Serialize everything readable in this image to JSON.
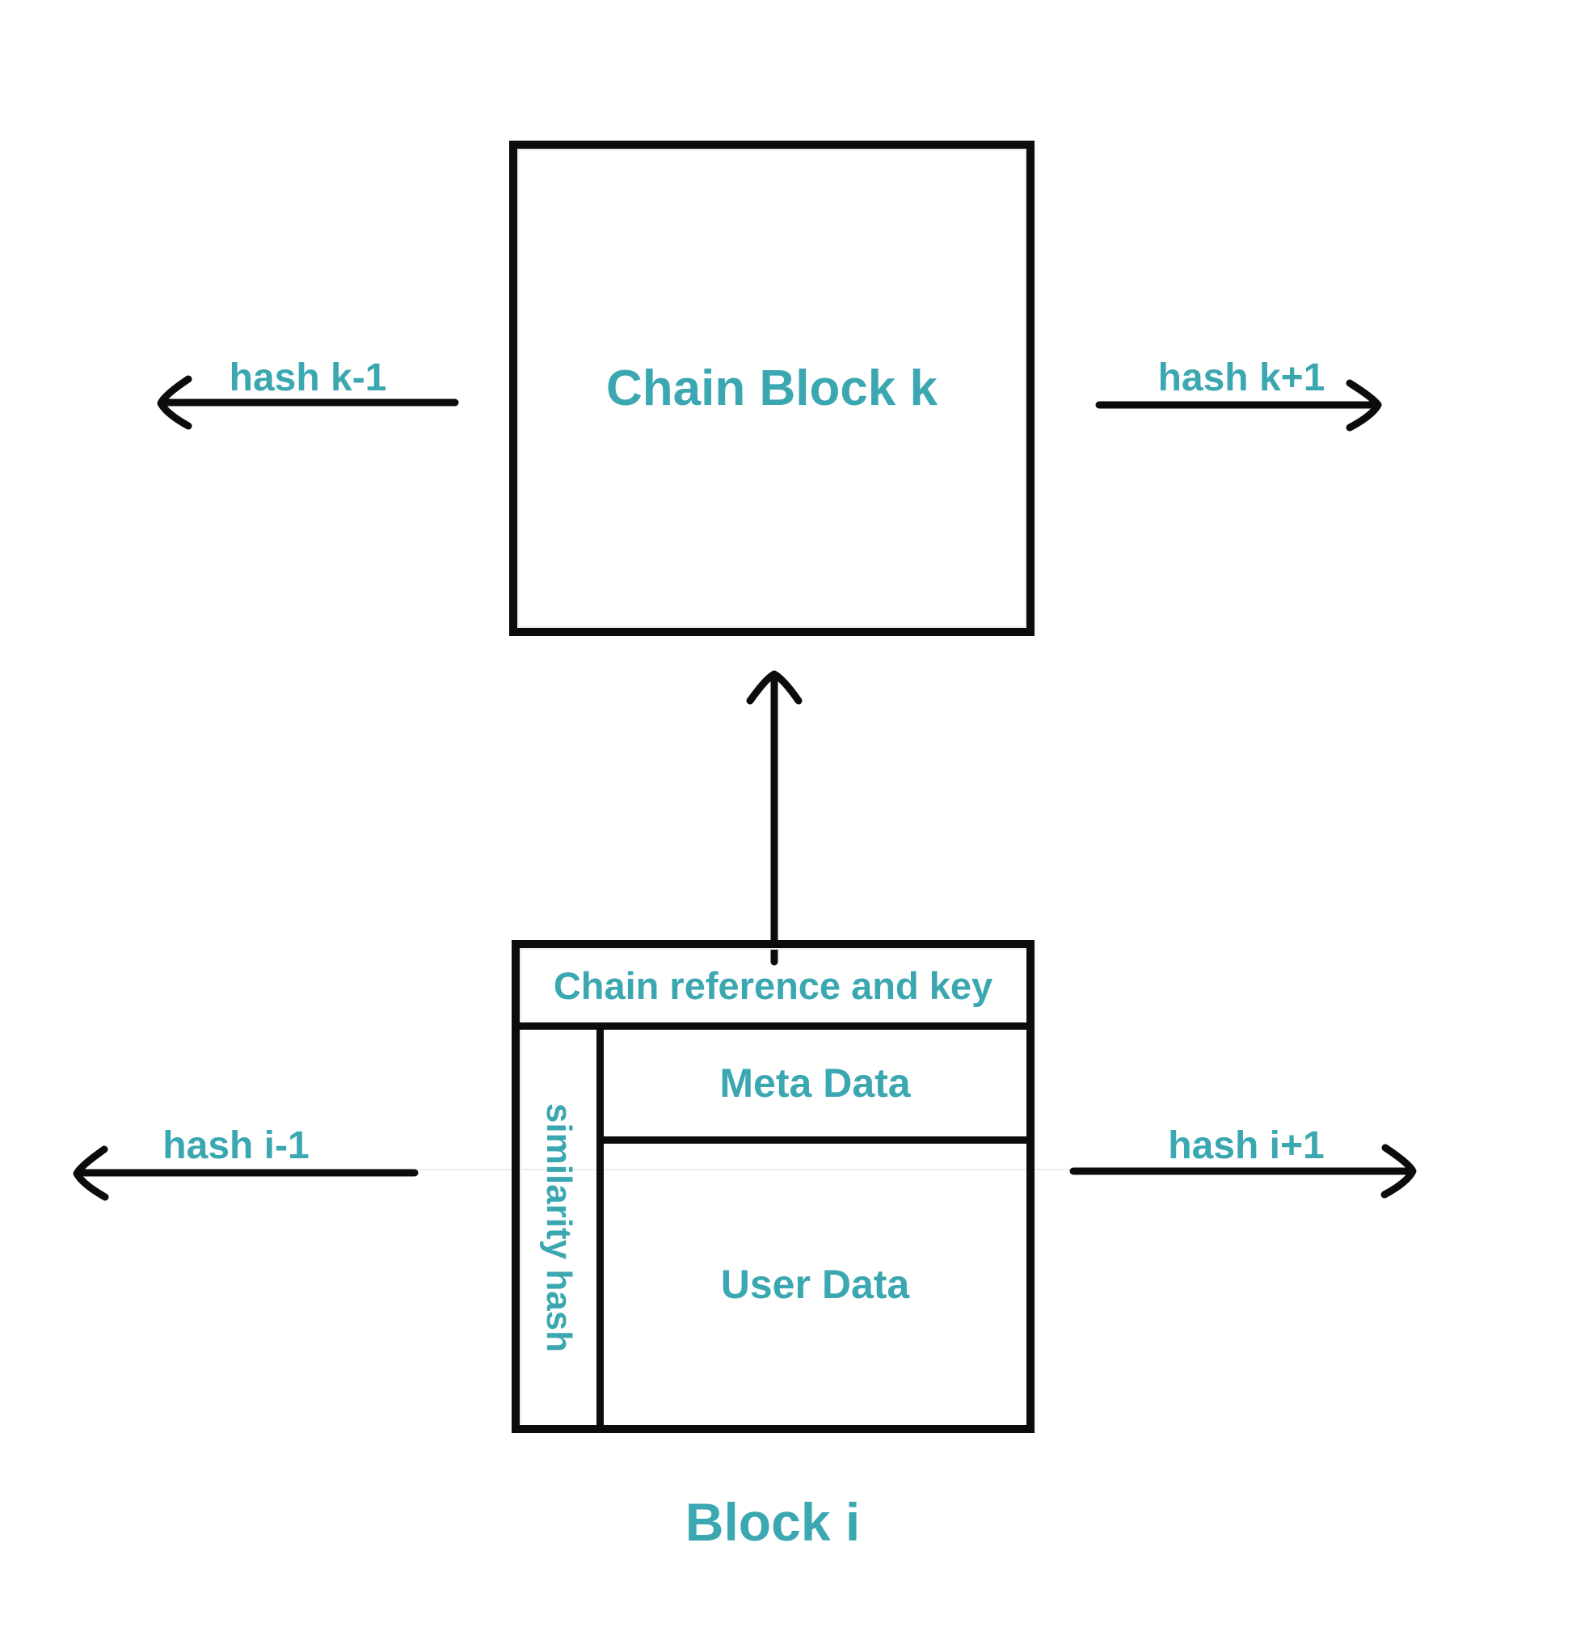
{
  "colors": {
    "accent_teal": "#3BA7B1",
    "ink_black": "#0c0c0c",
    "faint_line_gray": "#ececec",
    "background": "#ffffff"
  },
  "top_block": {
    "label": "Chain Block k"
  },
  "arrows": {
    "hash_k_minus_label": "hash k-1",
    "hash_k_plus_label": "hash k+1",
    "hash_i_minus_label": "hash i-1",
    "hash_i_plus_label": "hash i+1"
  },
  "block_i": {
    "header_label": "Chain reference and key",
    "left_column_label": "similarity hash",
    "meta_label": "Meta Data",
    "user_label": "User Data",
    "caption": "Block i"
  }
}
